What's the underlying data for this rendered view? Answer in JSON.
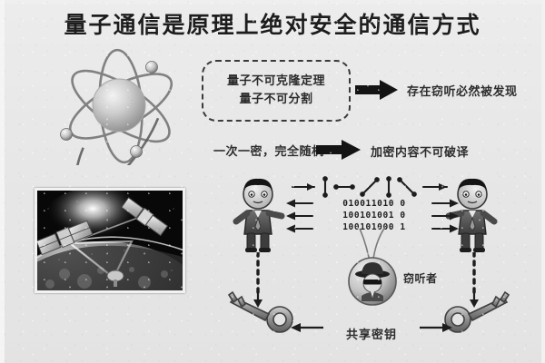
{
  "poster": {
    "title": "量子通信是原理上绝对安全的通信方式",
    "background_color": "#e9e9e9",
    "ink_color": "#2b2b2b"
  },
  "atom": {
    "name": "量子原子模型",
    "nucleus_label": "",
    "electron_count": "3",
    "orbit_count": "3"
  },
  "principles": {
    "line1": "量子不可克隆定理",
    "line2": "量子不可分割"
  },
  "implications": [
    {
      "cause": "量子不可克隆定理 / 量子不可分割",
      "arrow": "▶",
      "result": "存在窃听必然被发现"
    },
    {
      "cause": "一次一密，完全随机",
      "arrow": "▶",
      "result": "加密内容不可破译"
    }
  ],
  "otp": {
    "label": "一次一密，完全随机"
  },
  "satellite_photo": {
    "caption": "",
    "description": "量子卫星在轨激光链路照片"
  },
  "bb84": {
    "alice_label": "",
    "bob_label": "",
    "polarizations": [
      "→",
      "↕",
      "↔",
      "╱",
      "↕",
      "╲",
      "→"
    ],
    "bit_rows": [
      "010011010 0",
      "100101001 0",
      "100101000 1"
    ],
    "eavesdropper_label": "窃听者",
    "shared_key_label": "共享密钥",
    "left_key_label": "",
    "right_key_label": ""
  },
  "colors": {
    "ink": "#2b2b2b",
    "paper": "#e9e9e9",
    "photo_dark": "#0a0a0a",
    "metal": "#8a8a8a"
  }
}
